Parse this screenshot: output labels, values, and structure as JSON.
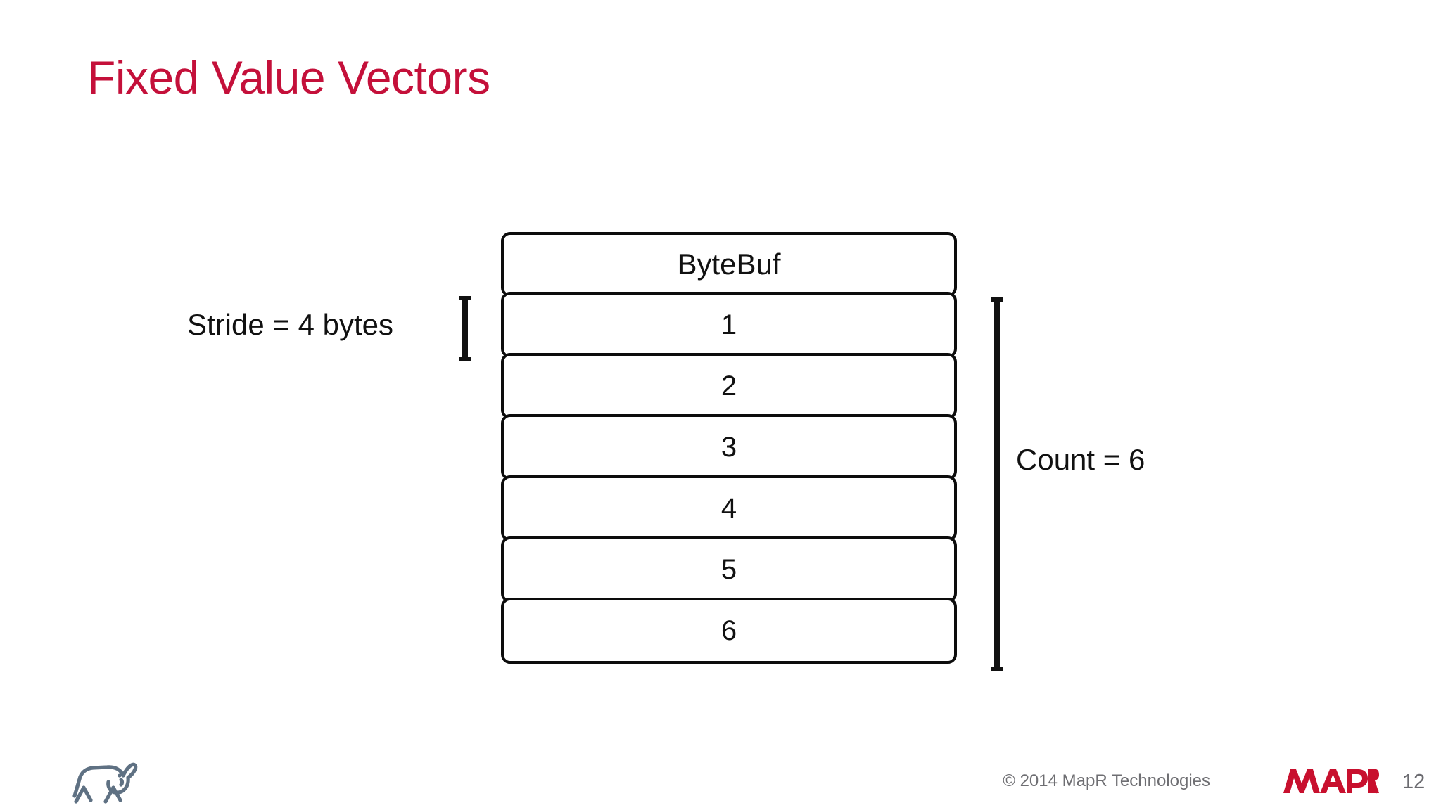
{
  "slide": {
    "title": "Fixed Value Vectors",
    "title_color": "#C4103A",
    "background": "#FFFFFF"
  },
  "diagram": {
    "type": "memory-layout",
    "header_label": "ByteBuf",
    "cells": [
      {
        "value": "1"
      },
      {
        "value": "2"
      },
      {
        "value": "3"
      },
      {
        "value": "4"
      },
      {
        "value": "5"
      },
      {
        "value": "6"
      }
    ],
    "annotations": {
      "stride": "Stride = 4 bytes",
      "count": "Count = 6"
    }
  },
  "footer": {
    "copyright": "© 2014 MapR Technologies",
    "logo_text": "MAPR",
    "logo_color": "#C8102E",
    "page_number": "12",
    "elephant_color": "#5F7183"
  }
}
